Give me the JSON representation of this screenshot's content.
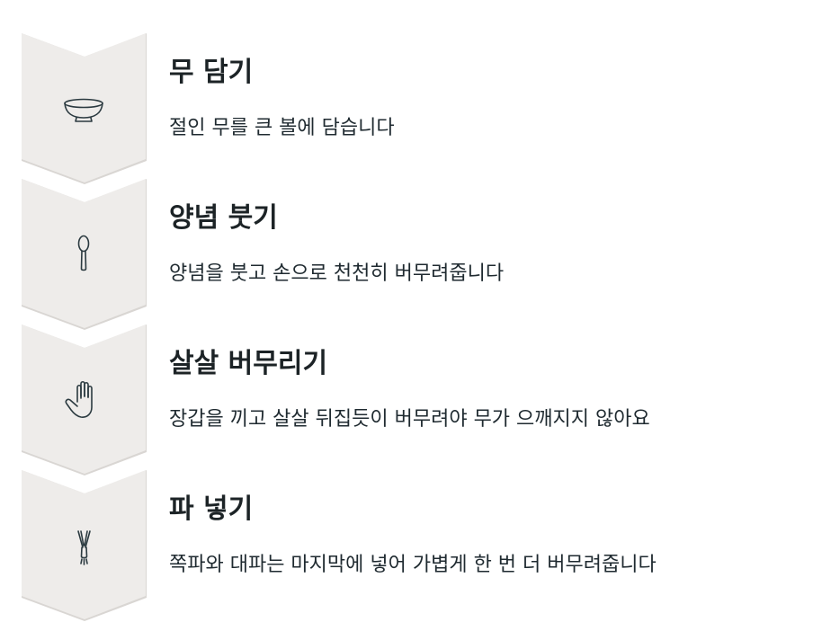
{
  "colors": {
    "chevron_fill": "#eeecea",
    "chevron_shadow": "#d9d6d3",
    "icon_stroke": "#2b3a40",
    "text": "#1f2a30"
  },
  "steps": [
    {
      "icon": "bowl-icon",
      "title": "무 담기",
      "description": "절인 무를 큰 볼에 담습니다"
    },
    {
      "icon": "spoon-icon",
      "title": "양념 붓기",
      "description": "양념을 붓고 손으로 천천히 버무려줍니다"
    },
    {
      "icon": "hand-icon",
      "title": "살살 버무리기",
      "description": "장갑을 끼고 살살 뒤집듯이 버무려야 무가 으깨지지 않아요"
    },
    {
      "icon": "green-onion-icon",
      "title": "파 넣기",
      "description": "쪽파와 대파는 마지막에 넣어 가볍게 한 번 더 버무려줍니다"
    }
  ]
}
